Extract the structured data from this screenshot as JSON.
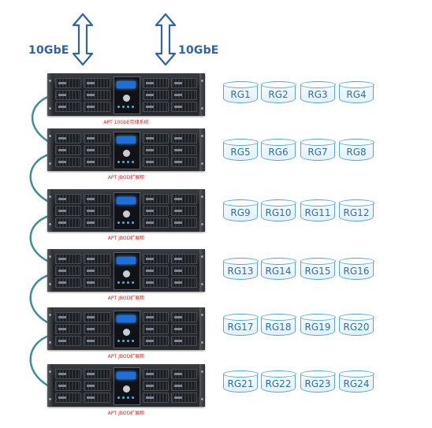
{
  "ports": {
    "left_label": "10GbE",
    "right_label": "10GbE"
  },
  "servers": [
    {
      "caption": "APT 10GbE存储系统"
    },
    {
      "caption": "APT JBOD扩展柜"
    },
    {
      "caption": "APT JBOD扩展柜"
    },
    {
      "caption": "APT JBOD扩展柜"
    },
    {
      "caption": "APT JBOD扩展柜"
    },
    {
      "caption": "APT JBOD扩展柜"
    }
  ],
  "raid_groups": [
    [
      "RG1",
      "RG2",
      "RG3",
      "RG4"
    ],
    [
      "RG5",
      "RG6",
      "RG7",
      "RG8"
    ],
    [
      "RG9",
      "RG10",
      "RG11",
      "RG12"
    ],
    [
      "RG13",
      "RG14",
      "RG15",
      "RG16"
    ],
    [
      "RG17",
      "RG18",
      "RG19",
      "RG20"
    ],
    [
      "RG21",
      "RG22",
      "RG23",
      "RG24"
    ]
  ],
  "colors": {
    "label_blue": "#2e63a6",
    "cylinder_stroke": "#5aa5d4",
    "cable": "#3f8f96",
    "caption_red": "#d0241c",
    "arrow_stroke": "#2e63a6"
  }
}
